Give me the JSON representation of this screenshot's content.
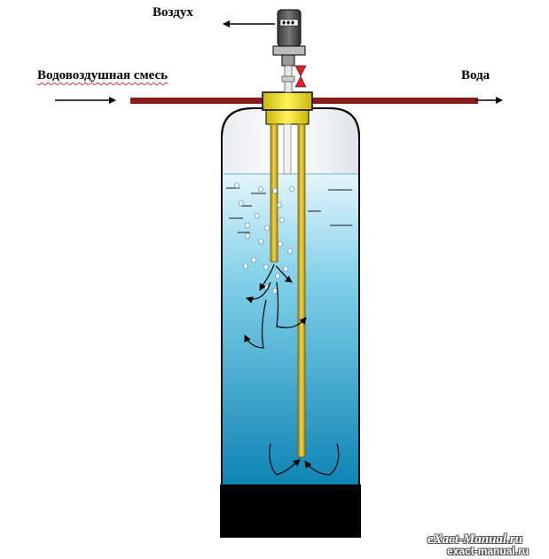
{
  "labels": {
    "air": "Воздух",
    "air_water_mix": "Водовоздушная смесь",
    "water": "Вода"
  },
  "watermark": {
    "main": "eXact-Manual.ru",
    "sub": "exact-manual.ru"
  },
  "colors": {
    "pipe": "#8b1a1a",
    "water_top": "#d8f2fb",
    "water_bottom": "#0f86b6",
    "tube": "#d4b42a",
    "head": "#f2e21c",
    "base": "#000000",
    "valve": "#e0202a"
  },
  "icons": {
    "compressor": "air-compressor-icon",
    "valve": "check-valve-icon"
  }
}
